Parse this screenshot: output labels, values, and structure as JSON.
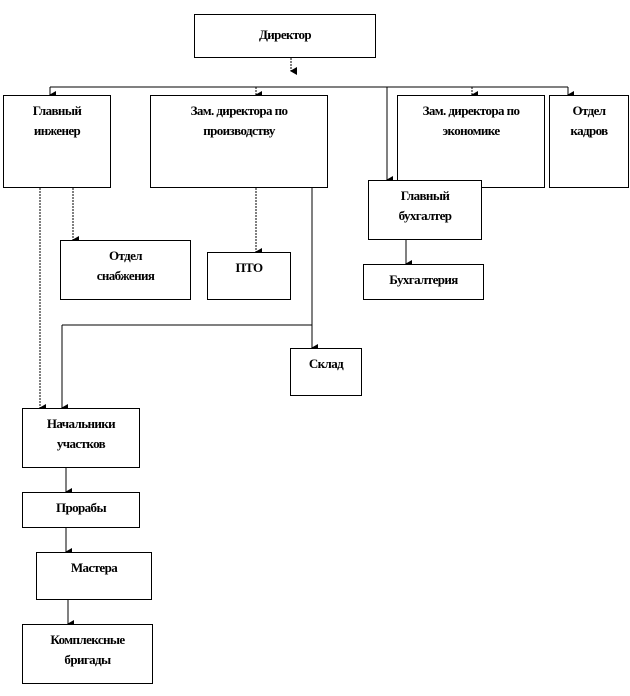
{
  "title": "Организационная структура",
  "nodes": {
    "director": "Директор",
    "chief_engineer": [
      "Главный",
      "инженер"
    ],
    "deputy_production": [
      "Зам. директора по",
      "производству"
    ],
    "deputy_economics": [
      "Зам. директора по",
      "экономике"
    ],
    "hr_department": [
      "Отдел",
      "кадров"
    ],
    "chief_accountant": [
      "Главный",
      "бухгалтер"
    ],
    "supply_department": [
      "Отдел",
      "снабжения"
    ],
    "pto": "ПТО",
    "accounting": "Бухгалтерия",
    "warehouse": "Склад",
    "site_chiefs": [
      "Начальники",
      "участков"
    ],
    "foremen": "Прорабы",
    "masters": "Мастера",
    "brigades": [
      "Комплексные",
      "бригады"
    ]
  }
}
